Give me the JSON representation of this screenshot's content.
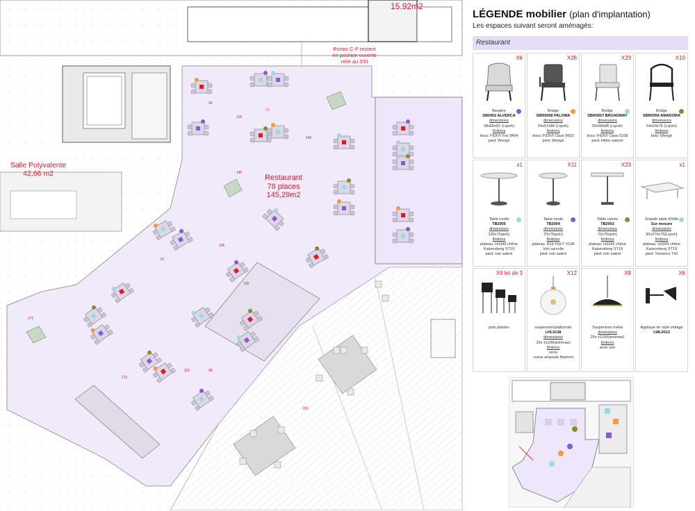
{
  "plan": {
    "room_salle_name": "Salle Polyvalente",
    "room_salle_area": "42,66 m2",
    "restaurant_name": "Restaurant",
    "restaurant_places": "78 places",
    "restaurant_area": "145,29m2",
    "top_area": "15.92m2",
    "note_line1": "Portes C-F restent",
    "note_line2": "en position ouverte",
    "note_line3": "relié au SSI",
    "dims": [
      "140",
      "100",
      "71",
      "40",
      "140",
      "145",
      "115",
      "175",
      "98",
      "70",
      "105",
      "150",
      "171"
    ]
  },
  "legend": {
    "title": "LÉGENDE mobilier",
    "title_sub": "(plan d'implantation)",
    "subtitle": "Les espaces suivant seront aménagés:",
    "section": "Restaurant",
    "items": [
      {
        "qty": "X6",
        "type": "Bergère",
        "ref": "SB0062 ALVERCA",
        "dim_label": "dimensions",
        "dims": "58x60x92 (Lxpxh)",
        "fin_label": "finitions",
        "f1": "tissu: FIDIVI Fox 9404",
        "f2": "pied: Wengé",
        "dot": "#8a5ad6"
      },
      {
        "qty": "X26",
        "type": "Bridge",
        "ref": "SBR0058 PALOMA",
        "dim_label": "dimensions",
        "dims": "54x57x84 (Lxpxh)",
        "fin_label": "finitions",
        "f1": "tissu: FIDIVI Class 9603",
        "f2": "pied: Wengé",
        "dot": "#f29a3c"
      },
      {
        "qty": "X23",
        "type": "Bridge",
        "ref": "SBR0057 BROADWAY",
        "dim_label": "dimensions",
        "dims": "56x58x88 (Lxpxh)",
        "fin_label": "finitions",
        "f1": "tissu: FIDIVI Class 5108",
        "f2": "pied: Hêtre naturel",
        "dot": "#9ad8ea"
      },
      {
        "qty": "X10",
        "type": "Bridge",
        "ref": "SBR0056 AMADORA",
        "dim_label": "dimensions",
        "dims": "54x54x75 (Lxpxh)",
        "fin_label": "finitions",
        "f1": "bois: Wengé",
        "f2": "",
        "dot": "#8a8a2a"
      },
      {
        "qty": "x1",
        "type": "Table ronde",
        "ref": "TB2005",
        "dim_label": "dimensions",
        "dims": "100x75(øxh)",
        "fin_label": "finitions",
        "f1": "plateau: H3349 chêne Kaisersberg ST19",
        "f2": "pied: noir satiné",
        "dot": "#9ad8ea"
      },
      {
        "qty": "X11",
        "type": "Table ronde",
        "ref": "TB2004",
        "dim_label": "dimensions",
        "dims": "70x75(øxh)",
        "fin_label": "finitions",
        "f1": "plateau: ROLYKEY V108 Vert sarcelle",
        "f2": "pied: noir satiné",
        "dot": "#8a5ad6"
      },
      {
        "qty": "X23",
        "type": "Table carrée",
        "ref": "TB2003",
        "dim_label": "dimensions",
        "dims": "70x75(øxh)",
        "fin_label": "finitions",
        "f1": "plateau: H3349 chêne Kaisersberg ST19",
        "f2": "pied: noir satiné",
        "dot": "#8a8a2a"
      },
      {
        "qty": "x1",
        "type": "Grande table d'hôte",
        "ref": "Sur mesure",
        "dim_label": "dimensions",
        "dims": "90x270x75(Lxpxh)",
        "fin_label": "finitions",
        "f1": "plateau: H3349 chêne Kaisersberg ST19",
        "f2": "pied: Tonneins T43",
        "dot": "#9ad8ea"
      },
      {
        "qty": "X6 lot de 3",
        "type": "pots plantes",
        "ref": "",
        "dim_label": "",
        "dims": "",
        "fin_label": "",
        "f1": "",
        "f2": "",
        "dot": ""
      },
      {
        "qty": "X12",
        "type": "suspension/plafonnier",
        "ref": "LHL0138",
        "dim_label": "dimensions",
        "dims": "25x ±1200(øxhmax)",
        "fin_label": "finitions",
        "f1": "verre",
        "f2": "cuivre ampoule filament",
        "dot": ""
      },
      {
        "qty": "X8",
        "type": "Suspension métal",
        "ref": "",
        "dim_label": "dimensions",
        "dims": "25x ±1200(øxhmax)",
        "fin_label": "finitions",
        "f1": "acier noir",
        "f2": "",
        "dot": ""
      },
      {
        "qty": "X6",
        "type": "Applique de style vintage",
        "ref": "LWL0012",
        "dim_label": "",
        "dims": "",
        "fin_label": "",
        "f1": "",
        "f2": "",
        "dot": ""
      }
    ]
  },
  "colors": {
    "accent_red": "#e8142a",
    "floor_purple": "#f0eafb",
    "section_band": "#e5ddf5"
  }
}
